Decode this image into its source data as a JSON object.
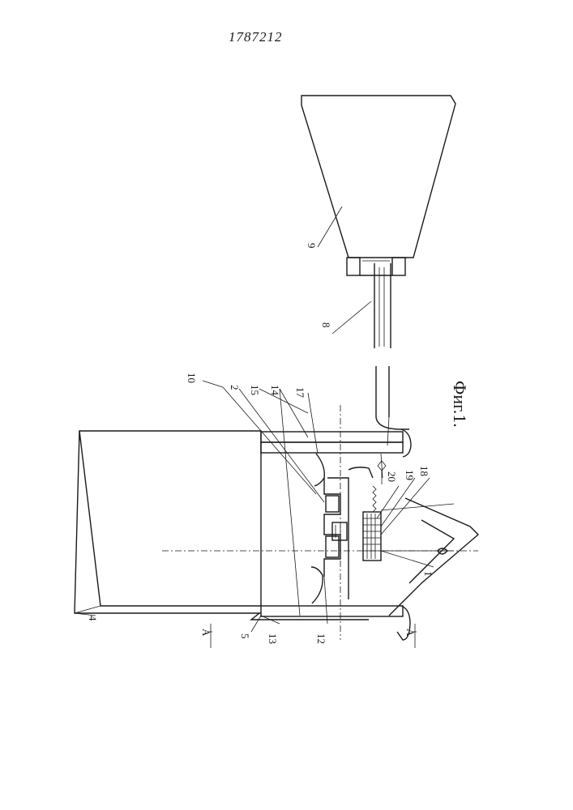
{
  "patent_number": "1787212",
  "figure_caption": "Фиг.1.",
  "section_mark": "А",
  "labels": {
    "l1": "1",
    "l2": "2",
    "l4": "4",
    "l5": "5",
    "l8": "8",
    "l9": "9",
    "l10": "10",
    "l12": "12",
    "l13": "13",
    "l14": "14",
    "l15": "15",
    "l17": "17",
    "l18": "18",
    "l19": "19",
    "l20": "20"
  }
}
